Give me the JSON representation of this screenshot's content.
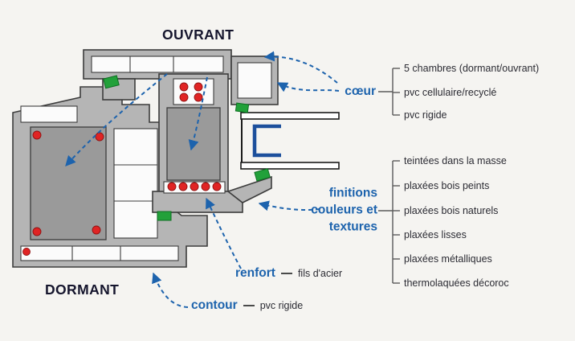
{
  "colors": {
    "accent": "#1d63ad",
    "background": "#f5f4f1",
    "gasket_green": "#22a13a",
    "steel_red": "#e02424",
    "spacer_blue": "#1c4f9c"
  },
  "ouvrant_label": "OUVRANT",
  "dormant_label": "DORMANT",
  "coeur": {
    "title": "cœur",
    "items": [
      "5 chambres (dormant/ouvrant)",
      "pvc cellulaire/recyclé",
      "pvc rigide"
    ]
  },
  "finitions": {
    "lines": [
      "finitions",
      "couleurs et",
      "textures"
    ],
    "items": [
      "teintées dans la masse",
      "plaxées bois peints",
      "plaxées bois naturels",
      "plaxées lisses",
      "plaxées métalliques",
      "thermolaquées décoroc"
    ]
  },
  "renfort": {
    "title": "renfort",
    "desc": "fils d'acier"
  },
  "contour": {
    "title": "contour",
    "desc": "pvc rigide"
  }
}
